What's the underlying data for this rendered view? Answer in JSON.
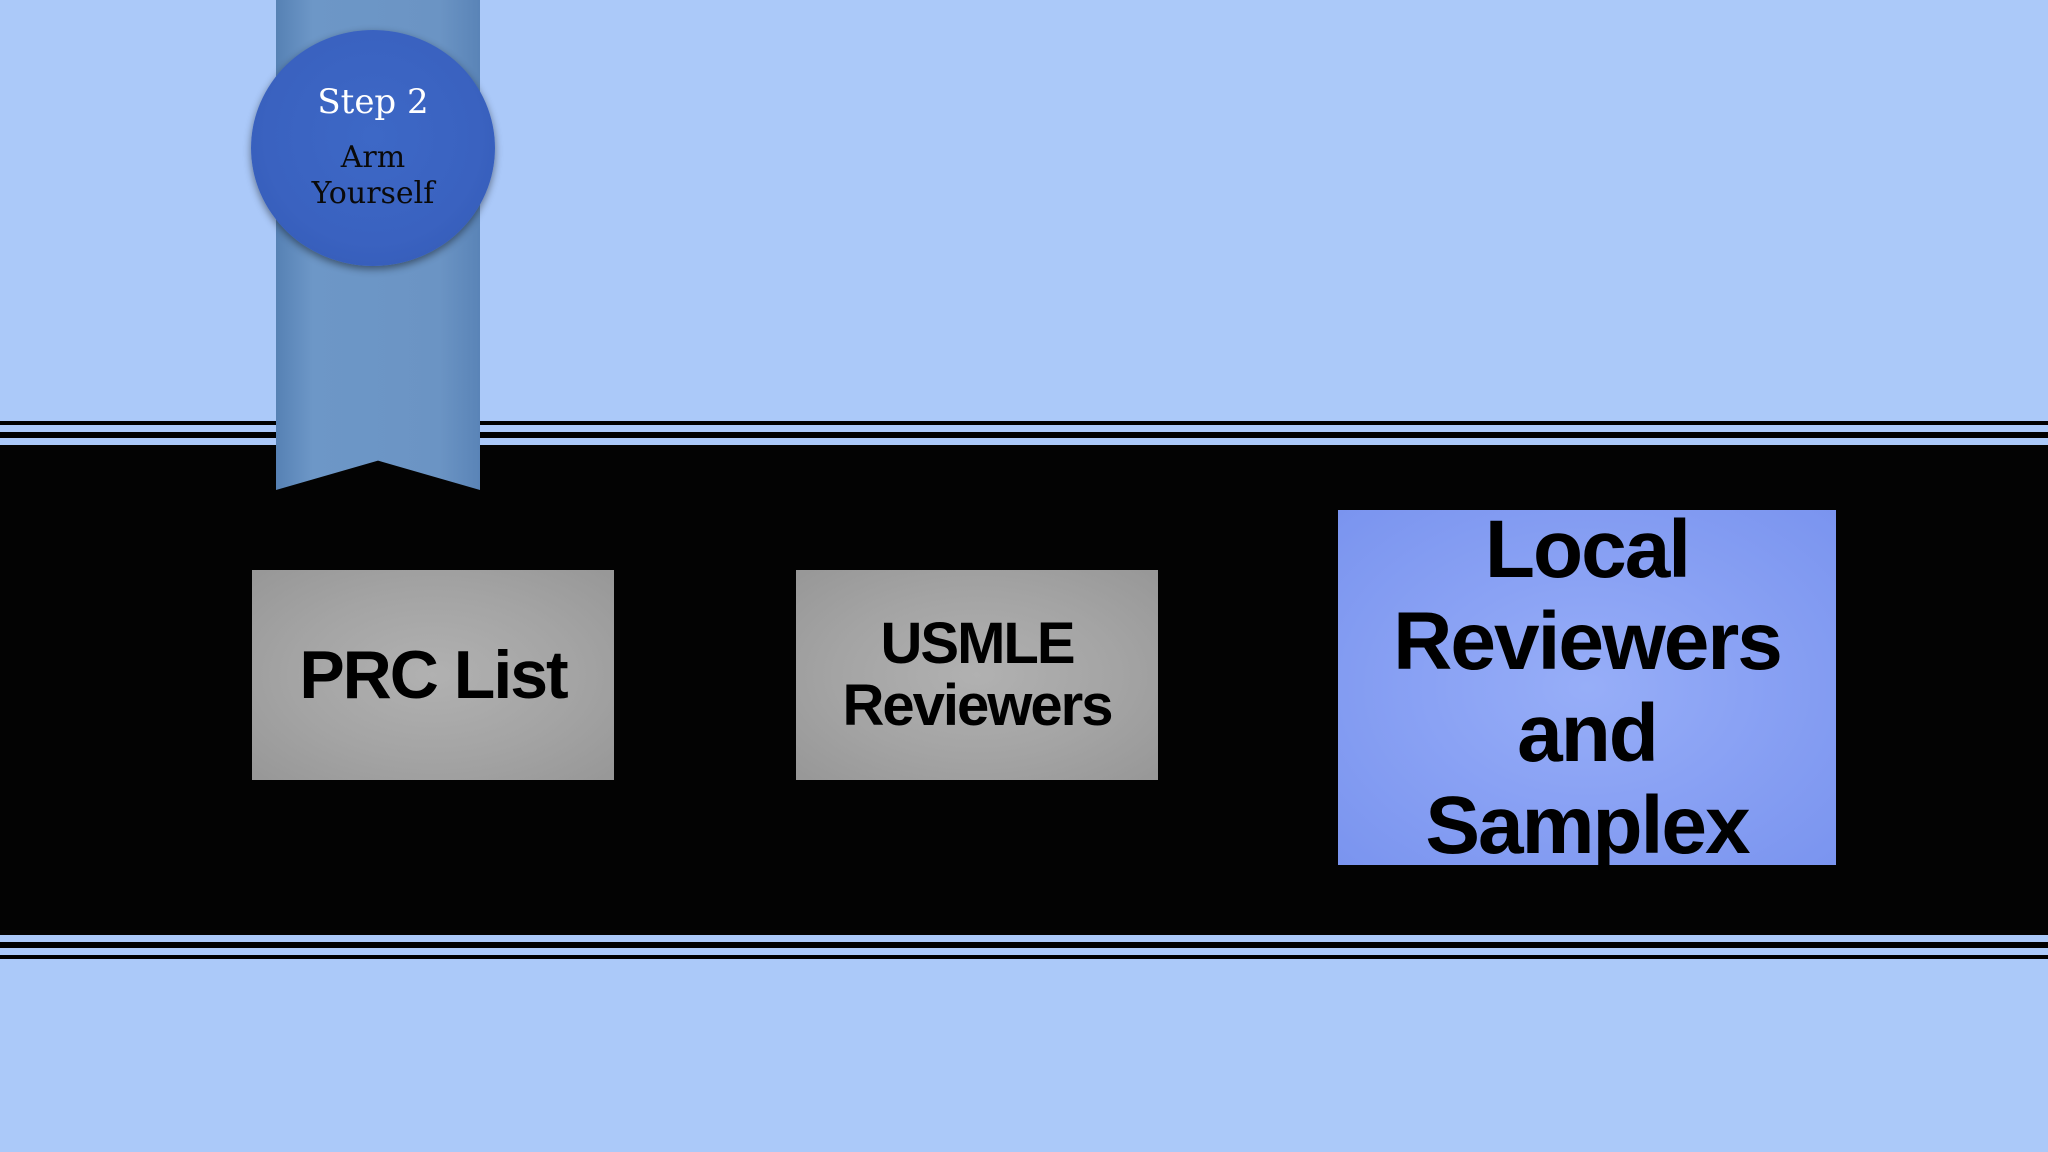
{
  "badge": {
    "step": "Step 2",
    "subtitle": "Arm Yourself"
  },
  "cards": {
    "prc": {
      "label": "PRC List"
    },
    "usmle": {
      "label": "USMLE Reviewers"
    },
    "local": {
      "label": "Local Reviewers and Samplex"
    }
  },
  "colors": {
    "background": "#abc9f9",
    "band": "#030303",
    "ribbon": "#6b94c4",
    "badge": "#3a62c0",
    "card_gray": "#a4a4a4",
    "card_blue": "#8aa2f4"
  }
}
